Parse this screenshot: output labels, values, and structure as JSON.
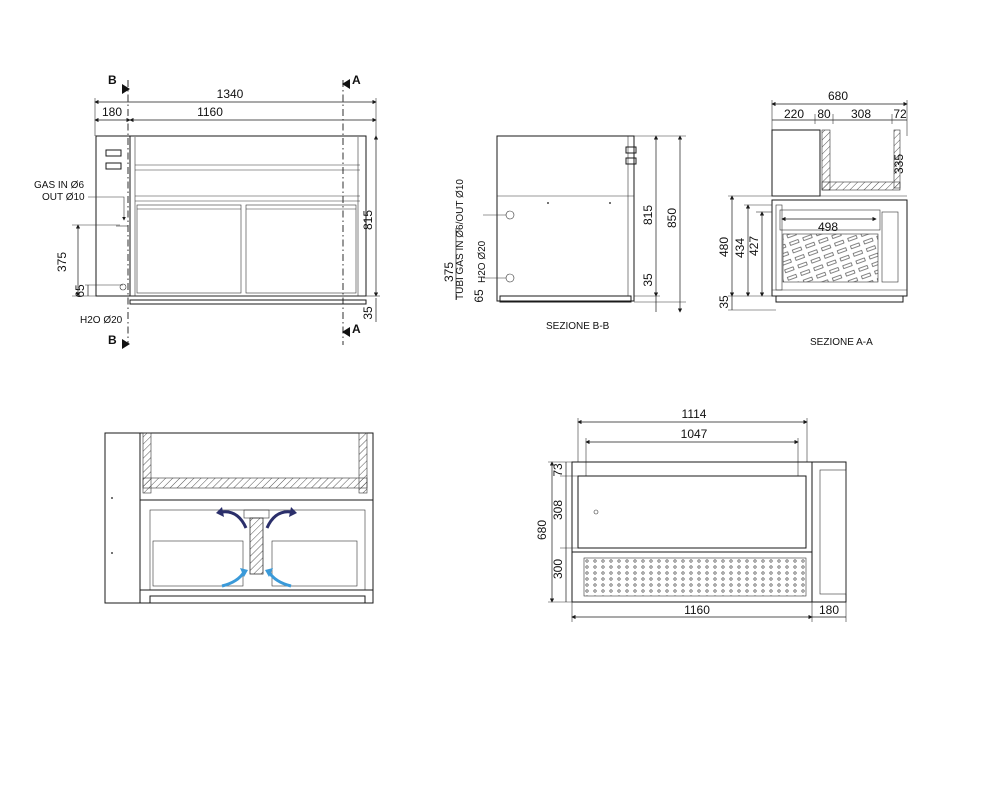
{
  "front": {
    "section_mark_b": "B",
    "section_mark_a": "A",
    "dim_total_width": "1340",
    "dim_side_width": "180",
    "dim_main_width": "1160",
    "dim_height": "815",
    "dim_base": "35",
    "dim_connection_height": "375",
    "dim_drain_height": "65",
    "label_gas_in": "GAS IN Ø6",
    "label_gas_out": "OUT Ø10",
    "label_water": "H2O Ø20"
  },
  "section_bb": {
    "caption": "SEZIONE B-B",
    "label_tubes": "TUBI GAS IN Ø6/OUT Ø10",
    "label_water": "H2O Ø20",
    "dim_height_815": "815",
    "dim_height_850": "850",
    "dim_base": "35",
    "dim_connection": "375",
    "dim_drain": "65"
  },
  "section_aa": {
    "caption": "SEZIONE A-A",
    "dim_depth_total": "680",
    "dim_220": "220",
    "dim_80": "80",
    "dim_308": "308",
    "dim_72": "72",
    "dim_335": "335",
    "dim_498": "498",
    "dim_480": "480",
    "dim_434": "434",
    "dim_427": "427",
    "dim_base": "35"
  },
  "plan": {
    "dim_1114": "1114",
    "dim_1047": "1047",
    "dim_depth": "680",
    "dim_73": "73",
    "dim_308": "308",
    "dim_300": "300",
    "dim_1160": "1160",
    "dim_180": "180"
  },
  "airflow": {
    "arrow_color": "#2b2f6b",
    "cold_color": "#3a9ad9"
  }
}
